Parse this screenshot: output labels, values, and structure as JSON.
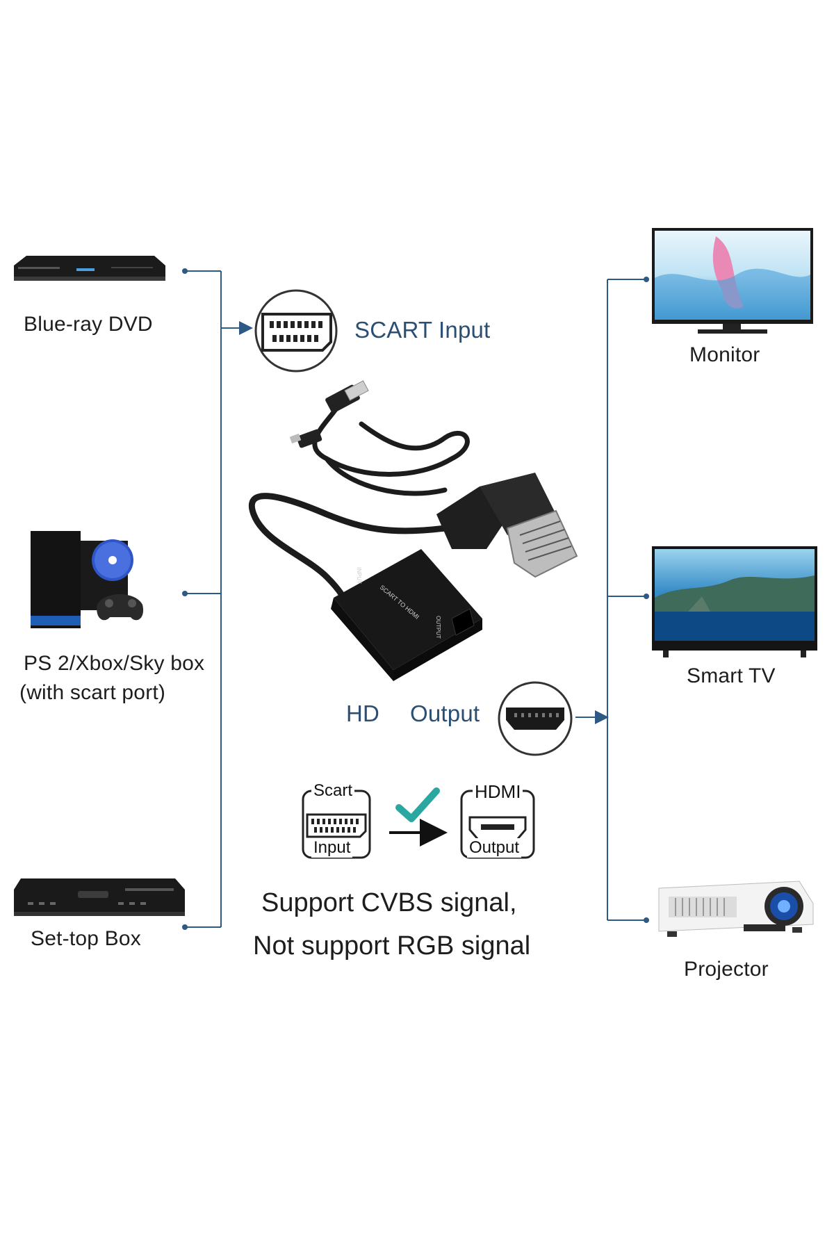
{
  "inputs": {
    "bluray": "Blue-ray DVD",
    "console_line1": "PS 2/Xbox/Sky box",
    "console_line2": "(with scart port)",
    "settop": "Set-top Box"
  },
  "outputs": {
    "monitor": "Monitor",
    "smarttv": "Smart TV",
    "projector": "Projector"
  },
  "adapter": {
    "scart_input": "SCART Input",
    "hd": "HD",
    "output": "Output",
    "body_label": "SCART TO HDMI",
    "port_input": "INPUT",
    "port_output": "OUTPUT"
  },
  "badges": {
    "scart_top": "Scart",
    "scart_bottom": "Input",
    "hdmi_top": "HDMI",
    "hdmi_bottom": "Output"
  },
  "notes": {
    "line1": "Support CVBS signal,",
    "line2": "Not support RGB signal"
  },
  "colors": {
    "line": "#2c5a84",
    "check": "#2aa7a0",
    "device": "#1e1e1e"
  }
}
